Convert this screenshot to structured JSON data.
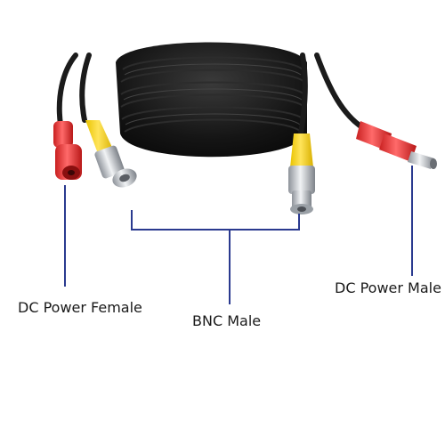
{
  "labels": {
    "dc_power_female": "DC Power Female",
    "bnc_male": "BNC Male",
    "dc_power_male": "DC Power Male"
  },
  "colors": {
    "cable": "#1b1b1b",
    "video_connector": "#f2d21b",
    "power_connector": "#e23b3b",
    "metal": "#c9ccd1",
    "leader_line": "#2a3a8f"
  },
  "icons": [
    "cable-coil",
    "bnc-connector",
    "dc-power-connector"
  ]
}
